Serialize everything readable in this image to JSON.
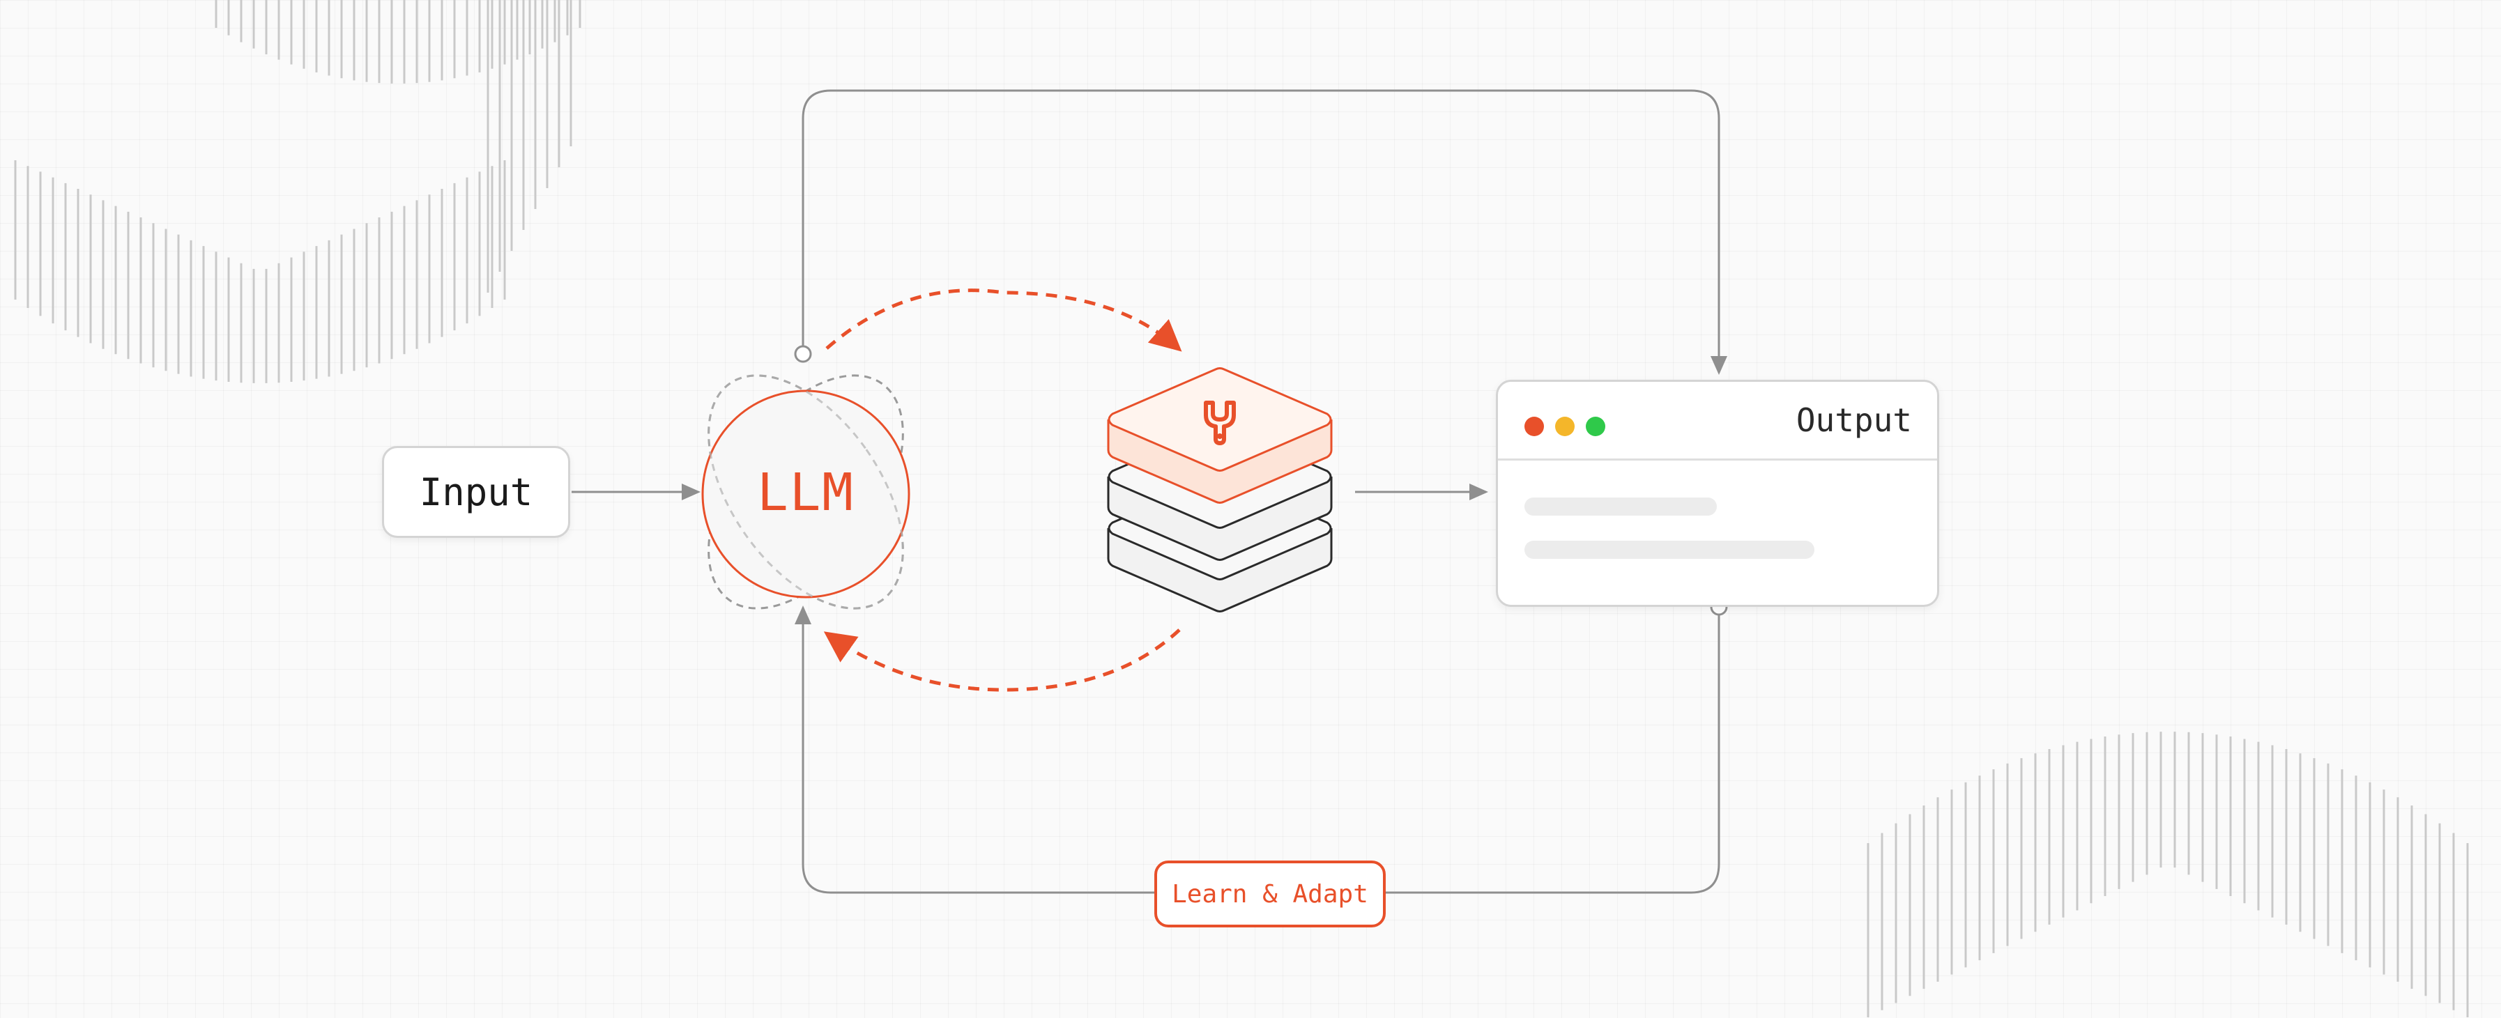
{
  "nodes": {
    "input_label": "Input",
    "llm_label": "LLM",
    "output_title": "Output",
    "learn_label": "Learn & Adapt"
  },
  "icons": {
    "tools": "wrench-icon",
    "window_controls": [
      "close-dot",
      "minimize-dot",
      "maximize-dot"
    ]
  },
  "colors": {
    "accent": "#e8502a",
    "line": "#8f8f8f",
    "dot_red": "#e8502a",
    "dot_yellow": "#f4b62a",
    "dot_green": "#2fc94a"
  }
}
